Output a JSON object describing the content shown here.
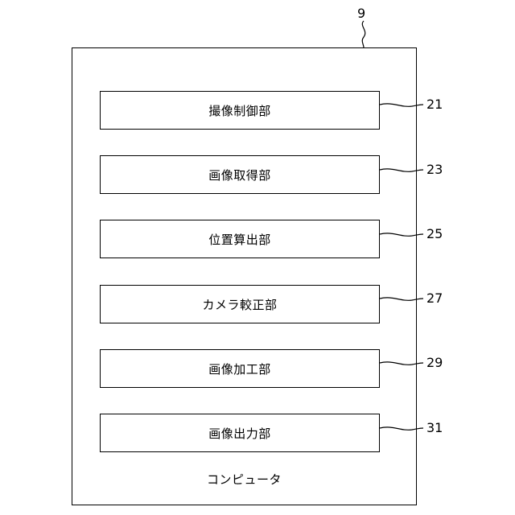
{
  "computer": {
    "ref": "9",
    "label": "コンピュータ"
  },
  "modules": [
    {
      "label": "撮像制御部",
      "ref": "21"
    },
    {
      "label": "画像取得部",
      "ref": "23"
    },
    {
      "label": "位置算出部",
      "ref": "25"
    },
    {
      "label": "カメラ較正部",
      "ref": "27"
    },
    {
      "label": "画像加工部",
      "ref": "29"
    },
    {
      "label": "画像出力部",
      "ref": "31"
    }
  ]
}
